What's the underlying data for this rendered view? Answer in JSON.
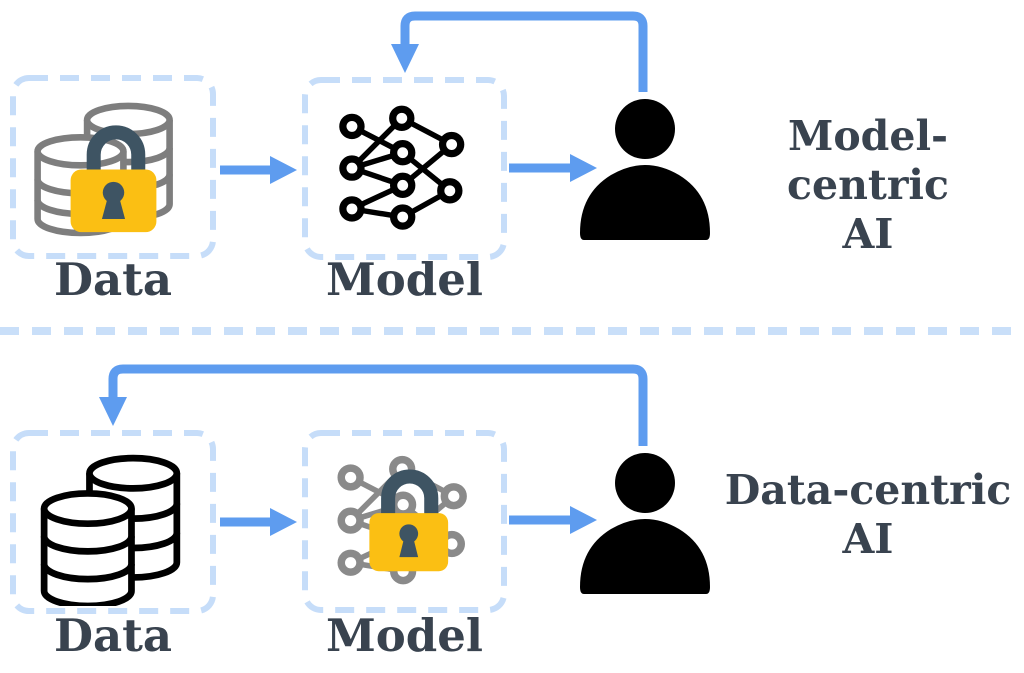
{
  "theme": {
    "colors": {
      "arrow_blue": "#5E9CEF",
      "box_border_blue": "#C6DDF9",
      "divider_blue": "#C9DFF9",
      "text_dark": "#39434F",
      "database_gray": "#7E7E7E",
      "network_gray": "#8A8A8A",
      "lock_yellow": "#FBBF13",
      "lock_shackle": "#3E5463",
      "icon_black": "#000000"
    }
  },
  "icons": {
    "locked_database": "database-with-padlock",
    "neural_network": "neural-network",
    "database_stack": "stacked-databases",
    "locked_neural_network": "neural-network-with-padlock",
    "person": "person-silhouette",
    "flow_arrow": "right-arrow",
    "feedback_loop": "feedback-loop-arrow"
  },
  "sections": [
    {
      "name": "model-centric",
      "data_box_label": "Data",
      "model_box_label": "Model",
      "title_line1": "Model-centric",
      "title_line2": "AI"
    },
    {
      "name": "data-centric",
      "data_box_label": "Data",
      "model_box_label": "Model",
      "title_line1": "Data-centric",
      "title_line2": "AI"
    }
  ]
}
